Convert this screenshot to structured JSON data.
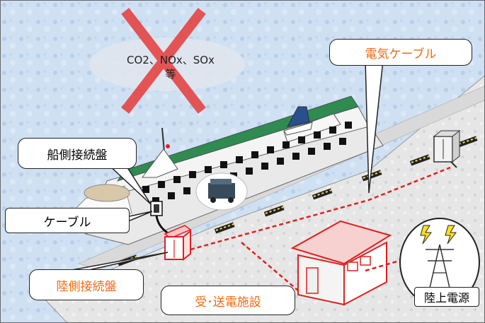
{
  "emissions": {
    "line1": "CO2、NOx、SOx",
    "line2": "等"
  },
  "labels": {
    "electric_cable": "電気ケーブル",
    "ship_connection_panel": "船側接続盤",
    "cable": "ケーブル",
    "shore_connection_panel": "陸側接続盤",
    "substation": "受･送電施設",
    "shore_power": "陸上電源"
  },
  "colors": {
    "accent": "#f26a10",
    "cable_red": "#e0201e",
    "sky": "#cfe0f3",
    "ground": "#e4e4e4"
  }
}
